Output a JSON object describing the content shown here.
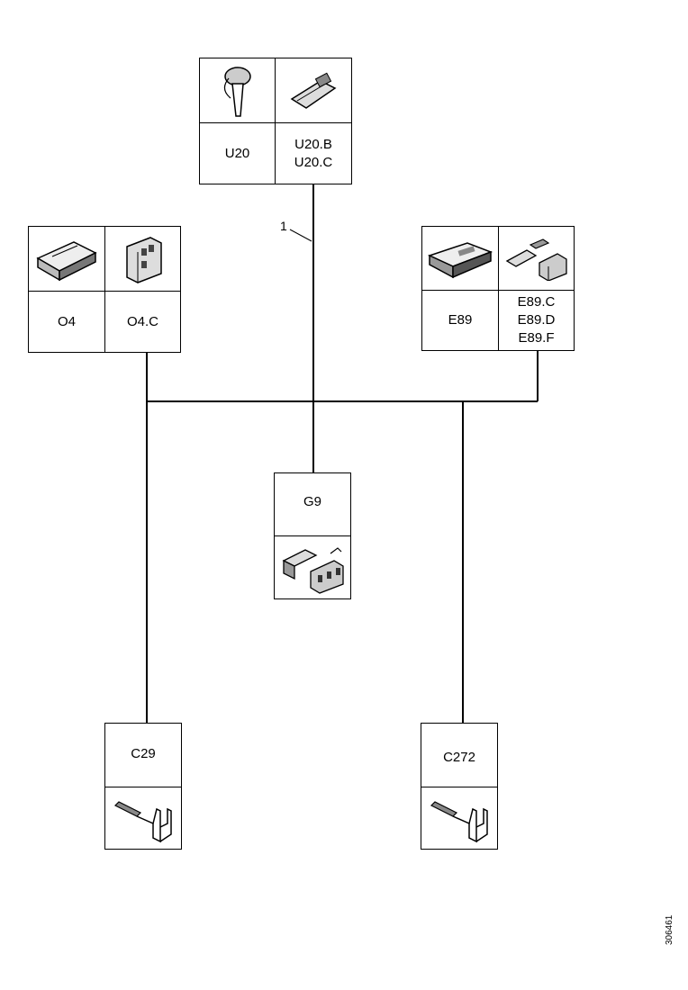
{
  "components": {
    "u20": {
      "name": "U20",
      "connectors": [
        "U20.B",
        "U20.C"
      ]
    },
    "o4": {
      "name": "O4",
      "connectors": [
        "O4.C"
      ]
    },
    "e89": {
      "name": "E89",
      "connectors": [
        "E89.C",
        "E89.D",
        "E89.F"
      ]
    },
    "g9": {
      "name": "G9"
    },
    "c29": {
      "name": "C29"
    },
    "c272": {
      "name": "C272"
    }
  },
  "wire_label": "1",
  "doc_id": "306461",
  "icons": {
    "u20_device": "key-fob-antenna-icon",
    "u20_connector": "connector-plug-icon",
    "o4_device": "control-unit-icon",
    "o4_connector": "multi-pin-connector-icon",
    "e89_device": "control-module-icon",
    "e89_connector": "connector-set-icon",
    "g9_connector": "splice-connector-icon",
    "c29_terminal": "terminal-pin-icon",
    "c272_terminal": "terminal-pin-icon"
  }
}
